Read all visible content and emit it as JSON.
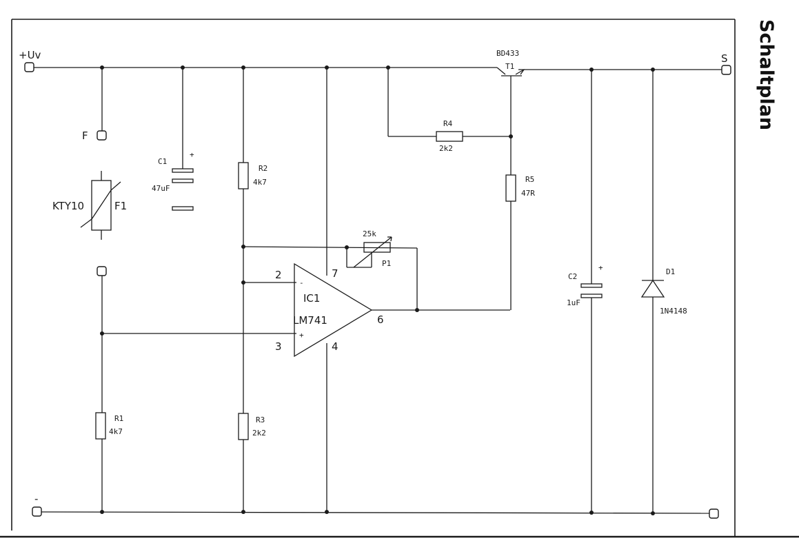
{
  "page_title": "Schaltplan",
  "terminals": {
    "supply_plus": "+Uv",
    "switch_output": "S",
    "sensor_terminal": "F",
    "ground_minus": "-"
  },
  "components": {
    "sensor": {
      "type_label": "KTY10",
      "ref": "F1"
    },
    "c1": {
      "ref": "C1",
      "value": "47uF",
      "polarity": "+"
    },
    "r1": {
      "ref": "R1",
      "value": "4k7"
    },
    "r2": {
      "ref": "R2",
      "value": "4k7"
    },
    "r3": {
      "ref": "R3",
      "value": "2k2"
    },
    "r4": {
      "ref": "R4",
      "value": "2k2"
    },
    "r5": {
      "ref": "R5",
      "value": "47R"
    },
    "p1": {
      "ref": "P1",
      "value": "25k"
    },
    "t1": {
      "ref": "T1",
      "part": "BD433"
    },
    "ic1": {
      "ref": "IC1",
      "part": "LM741",
      "pin_inv": "2",
      "pin_noninv": "3",
      "pin_vplus": "7",
      "pin_vminus": "4",
      "pin_out": "6",
      "sign_inv": "-",
      "sign_noninv": "+"
    },
    "c2": {
      "ref": "C2",
      "value": "1uF",
      "polarity": "+"
    },
    "d1": {
      "ref": "D1",
      "part": "1N4148"
    }
  }
}
